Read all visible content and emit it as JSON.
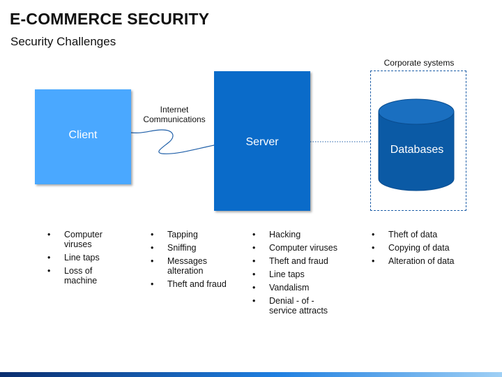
{
  "title": "E-COMMERCE SECURITY",
  "subtitle": "Security Challenges",
  "diagram": {
    "client": {
      "label": "Client",
      "color": "#4aa8ff"
    },
    "server": {
      "label": "Server",
      "color": "#0a6bc9"
    },
    "internet_label": [
      "Internet",
      "Communications"
    ],
    "corporate_label": "Corporate systems",
    "database": {
      "label": "Databases",
      "color": "#0b5aa5",
      "top_color": "#1a6fc0"
    }
  },
  "bullet_columns": [
    {
      "items": [
        "Computer viruses",
        "Line taps",
        "Loss of machine"
      ]
    },
    {
      "items": [
        "Tapping",
        "Sniffing",
        "Messages alteration",
        "Theft and fraud"
      ]
    },
    {
      "items": [
        "Hacking",
        "Computer viruses",
        "Theft and fraud",
        "Line taps",
        "Vandalism",
        "Denial - of - service attracts"
      ]
    },
    {
      "items": [
        "Theft of data",
        "Copying of data",
        "Alteration of data"
      ]
    }
  ],
  "colors": {
    "line": "#1f5fa8",
    "footer_gradient": [
      "#0a2d6e",
      "#1f7fe0",
      "#9fd0f5"
    ]
  }
}
